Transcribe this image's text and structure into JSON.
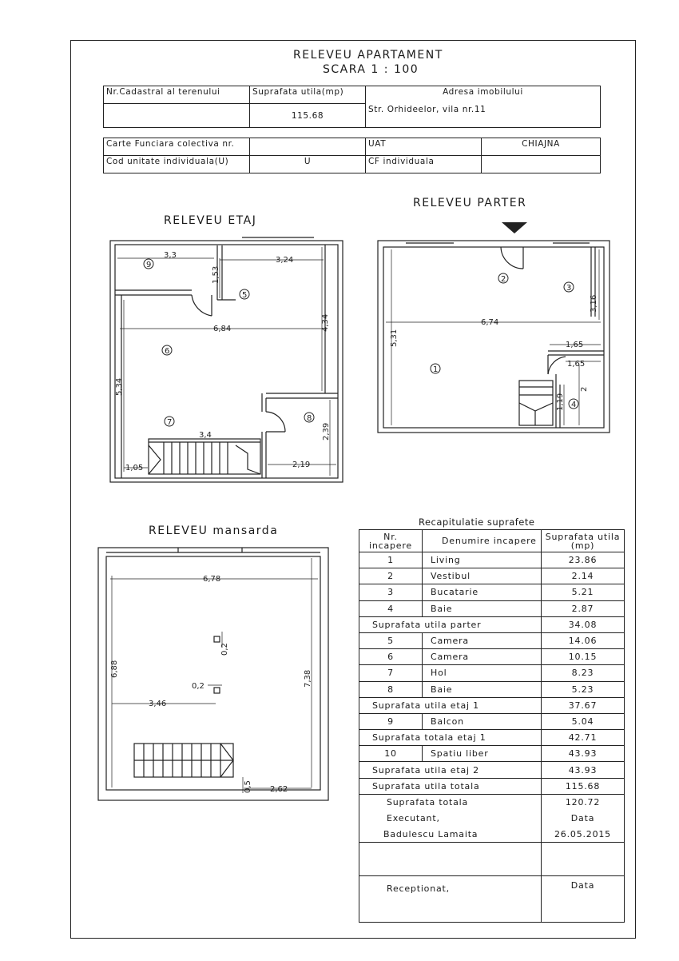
{
  "title": "RELEVEU APARTAMENT",
  "scale": "SCARA 1 : 100",
  "info": {
    "cadastral_label": "Nr.Cadastral al terenului",
    "surface_label": "Suprafata utila(mp)",
    "surface_value": "115.68",
    "address_label": "Adresa imobilului",
    "address_value": "Str. Orhideelor, vila nr.11",
    "cf_colectiva_label": "Carte Funciara colectiva nr.",
    "uat_label": "UAT",
    "uat_value": "CHIAJNA",
    "cod_unitate_label": "Cod unitate individuala(U)",
    "cod_unitate_value": "U",
    "cf_individuala_label": "CF individuala"
  },
  "plans": {
    "etaj": {
      "title": "RELEVEU ETAJ",
      "dimensions": [
        "3,3",
        "1,53",
        "3,24",
        "6,84",
        "4,34",
        "5,34",
        "3,4",
        "2,39",
        "1,05",
        "2,19"
      ],
      "rooms": [
        "9",
        "5",
        "6",
        "7",
        "8"
      ]
    },
    "parter": {
      "title": "RELEVEU PARTER",
      "dimensions": [
        "6,74",
        "3,16",
        "5,31",
        "1,65",
        "1,65",
        "1,19",
        "2"
      ],
      "rooms": [
        "2",
        "3",
        "1",
        "4"
      ]
    },
    "mansarda": {
      "title": "RELEVEU mansarda",
      "dimensions": [
        "6,78",
        "6,88",
        "7,38",
        "0,2",
        "0,2",
        "3,46",
        "2,62",
        "0,5"
      ]
    }
  },
  "recap": {
    "title": "Recapitulatie suprafete",
    "headers": [
      "Nr. incapere",
      "Denumire incapere",
      "Suprafata utila (mp)"
    ],
    "rows": [
      {
        "nr": "1",
        "name": "Living",
        "value": "23.86"
      },
      {
        "nr": "2",
        "name": "Vestibul",
        "value": "2.14"
      },
      {
        "nr": "3",
        "name": "Bucatarie",
        "value": "5.21"
      },
      {
        "nr": "4",
        "name": "Baie",
        "value": "2.87"
      },
      {
        "summary": "Suprafata utila parter",
        "value": "34.08"
      },
      {
        "nr": "5",
        "name": "Camera",
        "value": "14.06"
      },
      {
        "nr": "6",
        "name": "Camera",
        "value": "10.15"
      },
      {
        "nr": "7",
        "name": "Hol",
        "value": "8.23"
      },
      {
        "nr": "8",
        "name": "Baie",
        "value": "5.23"
      },
      {
        "summary": "Suprafata utila etaj 1",
        "value": "37.67"
      },
      {
        "nr": "9",
        "name": "Balcon",
        "value": "5.04"
      },
      {
        "summary": "Suprafata totala etaj 1",
        "value": "42.71"
      },
      {
        "nr": "10",
        "name": "Spatiu liber",
        "value": "43.93"
      },
      {
        "summary": "Suprafata utila etaj 2",
        "value": "43.93"
      },
      {
        "summary": "Suprafata utila totala",
        "value": "115.68"
      }
    ],
    "total_label": "Suprafata totala",
    "total_value": "120.72",
    "executant_label": "Executant,",
    "data_label": "Data",
    "executant_name": "Badulescu Lamaita",
    "executant_date": "26.05.2015",
    "receptionat_label": "Receptionat,",
    "receptionat_data_label": "Data"
  }
}
